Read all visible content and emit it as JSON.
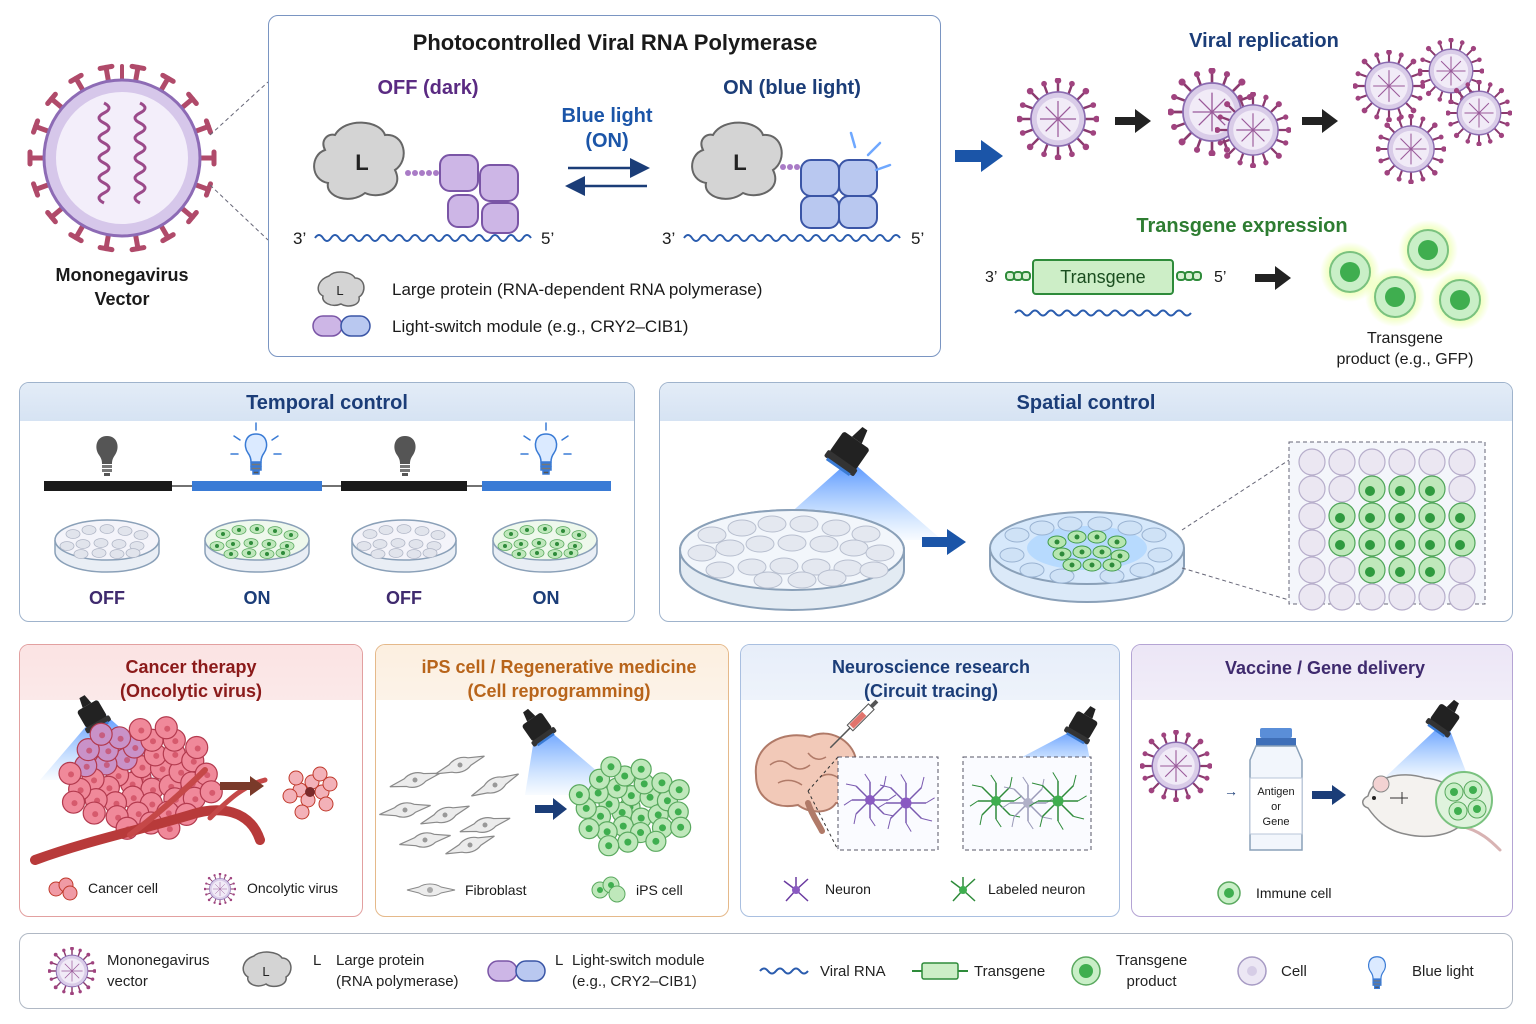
{
  "vector": {
    "title_line1": "Mononegavirus",
    "title_line2": "Vector"
  },
  "polymerase": {
    "title": "Photocontrolled Viral RNA Polymerase",
    "off_label": "OFF (dark)",
    "on_label": "ON (blue light)",
    "switch_line1": "Blue light",
    "switch_line2": "(ON)",
    "l_letter": "L",
    "strand_3": "3’",
    "strand_5": "5’",
    "legend_large": "Large protein (RNA-dependent RNA polymerase)",
    "legend_switch": "Light-switch module  (e.g., CRY2–CIB1)"
  },
  "replication": {
    "title": "Viral replication"
  },
  "transgene": {
    "title": "Transgene expression",
    "box_label": "Transgene",
    "strand_3": "3’",
    "strand_5": "5’",
    "product_line1": "Transgene",
    "product_line2": "product (e.g., GFP)"
  },
  "temporal": {
    "title": "Temporal control",
    "states": [
      "OFF",
      "ON",
      "OFF",
      "ON"
    ]
  },
  "spatial": {
    "title": "Spatial control"
  },
  "applications": [
    {
      "title1": "Cancer therapy",
      "title2": "(Oncolytic virus)",
      "leg1": "Cancer cell",
      "leg2": "Oncolytic virus",
      "color": "#8b1a1a"
    },
    {
      "title1": "iPS cell / Regenerative medicine",
      "title2": "(Cell reprogramming)",
      "leg1": "Fibroblast",
      "leg2": "iPS cell",
      "color": "#b8641a"
    },
    {
      "title1": "Neuroscience research",
      "title2": "(Circuit tracing)",
      "leg1": "Neuron",
      "leg2": "Labeled neuron",
      "color": "#1b3d78"
    },
    {
      "title1": "Vaccine / Gene delivery",
      "title2": "",
      "leg1": "Immune cell",
      "leg2": "",
      "color": "#3f2a6e"
    }
  ],
  "vial": {
    "line1": "Antigen",
    "line2": "or",
    "line3": "Gene"
  },
  "legend": {
    "vector1": "Mononegavirus",
    "vector2": "vector",
    "l_letter": "L",
    "large1": "Large protein",
    "large2": "(RNA polymerase)",
    "switch1": "Light-switch module",
    "switch2": "(e.g., CRY2–CIB1)",
    "rna": "Viral RNA",
    "transgene": "Transgene",
    "product1": "Transgene",
    "product2": "product",
    "cell": "Cell",
    "light": "Blue light"
  },
  "colors": {
    "dark_blue": "#1b3d78",
    "purple": "#5a2a82",
    "green": "#2e8b3a",
    "blue_light": "#3a7bd5",
    "red": "#c0392b"
  }
}
